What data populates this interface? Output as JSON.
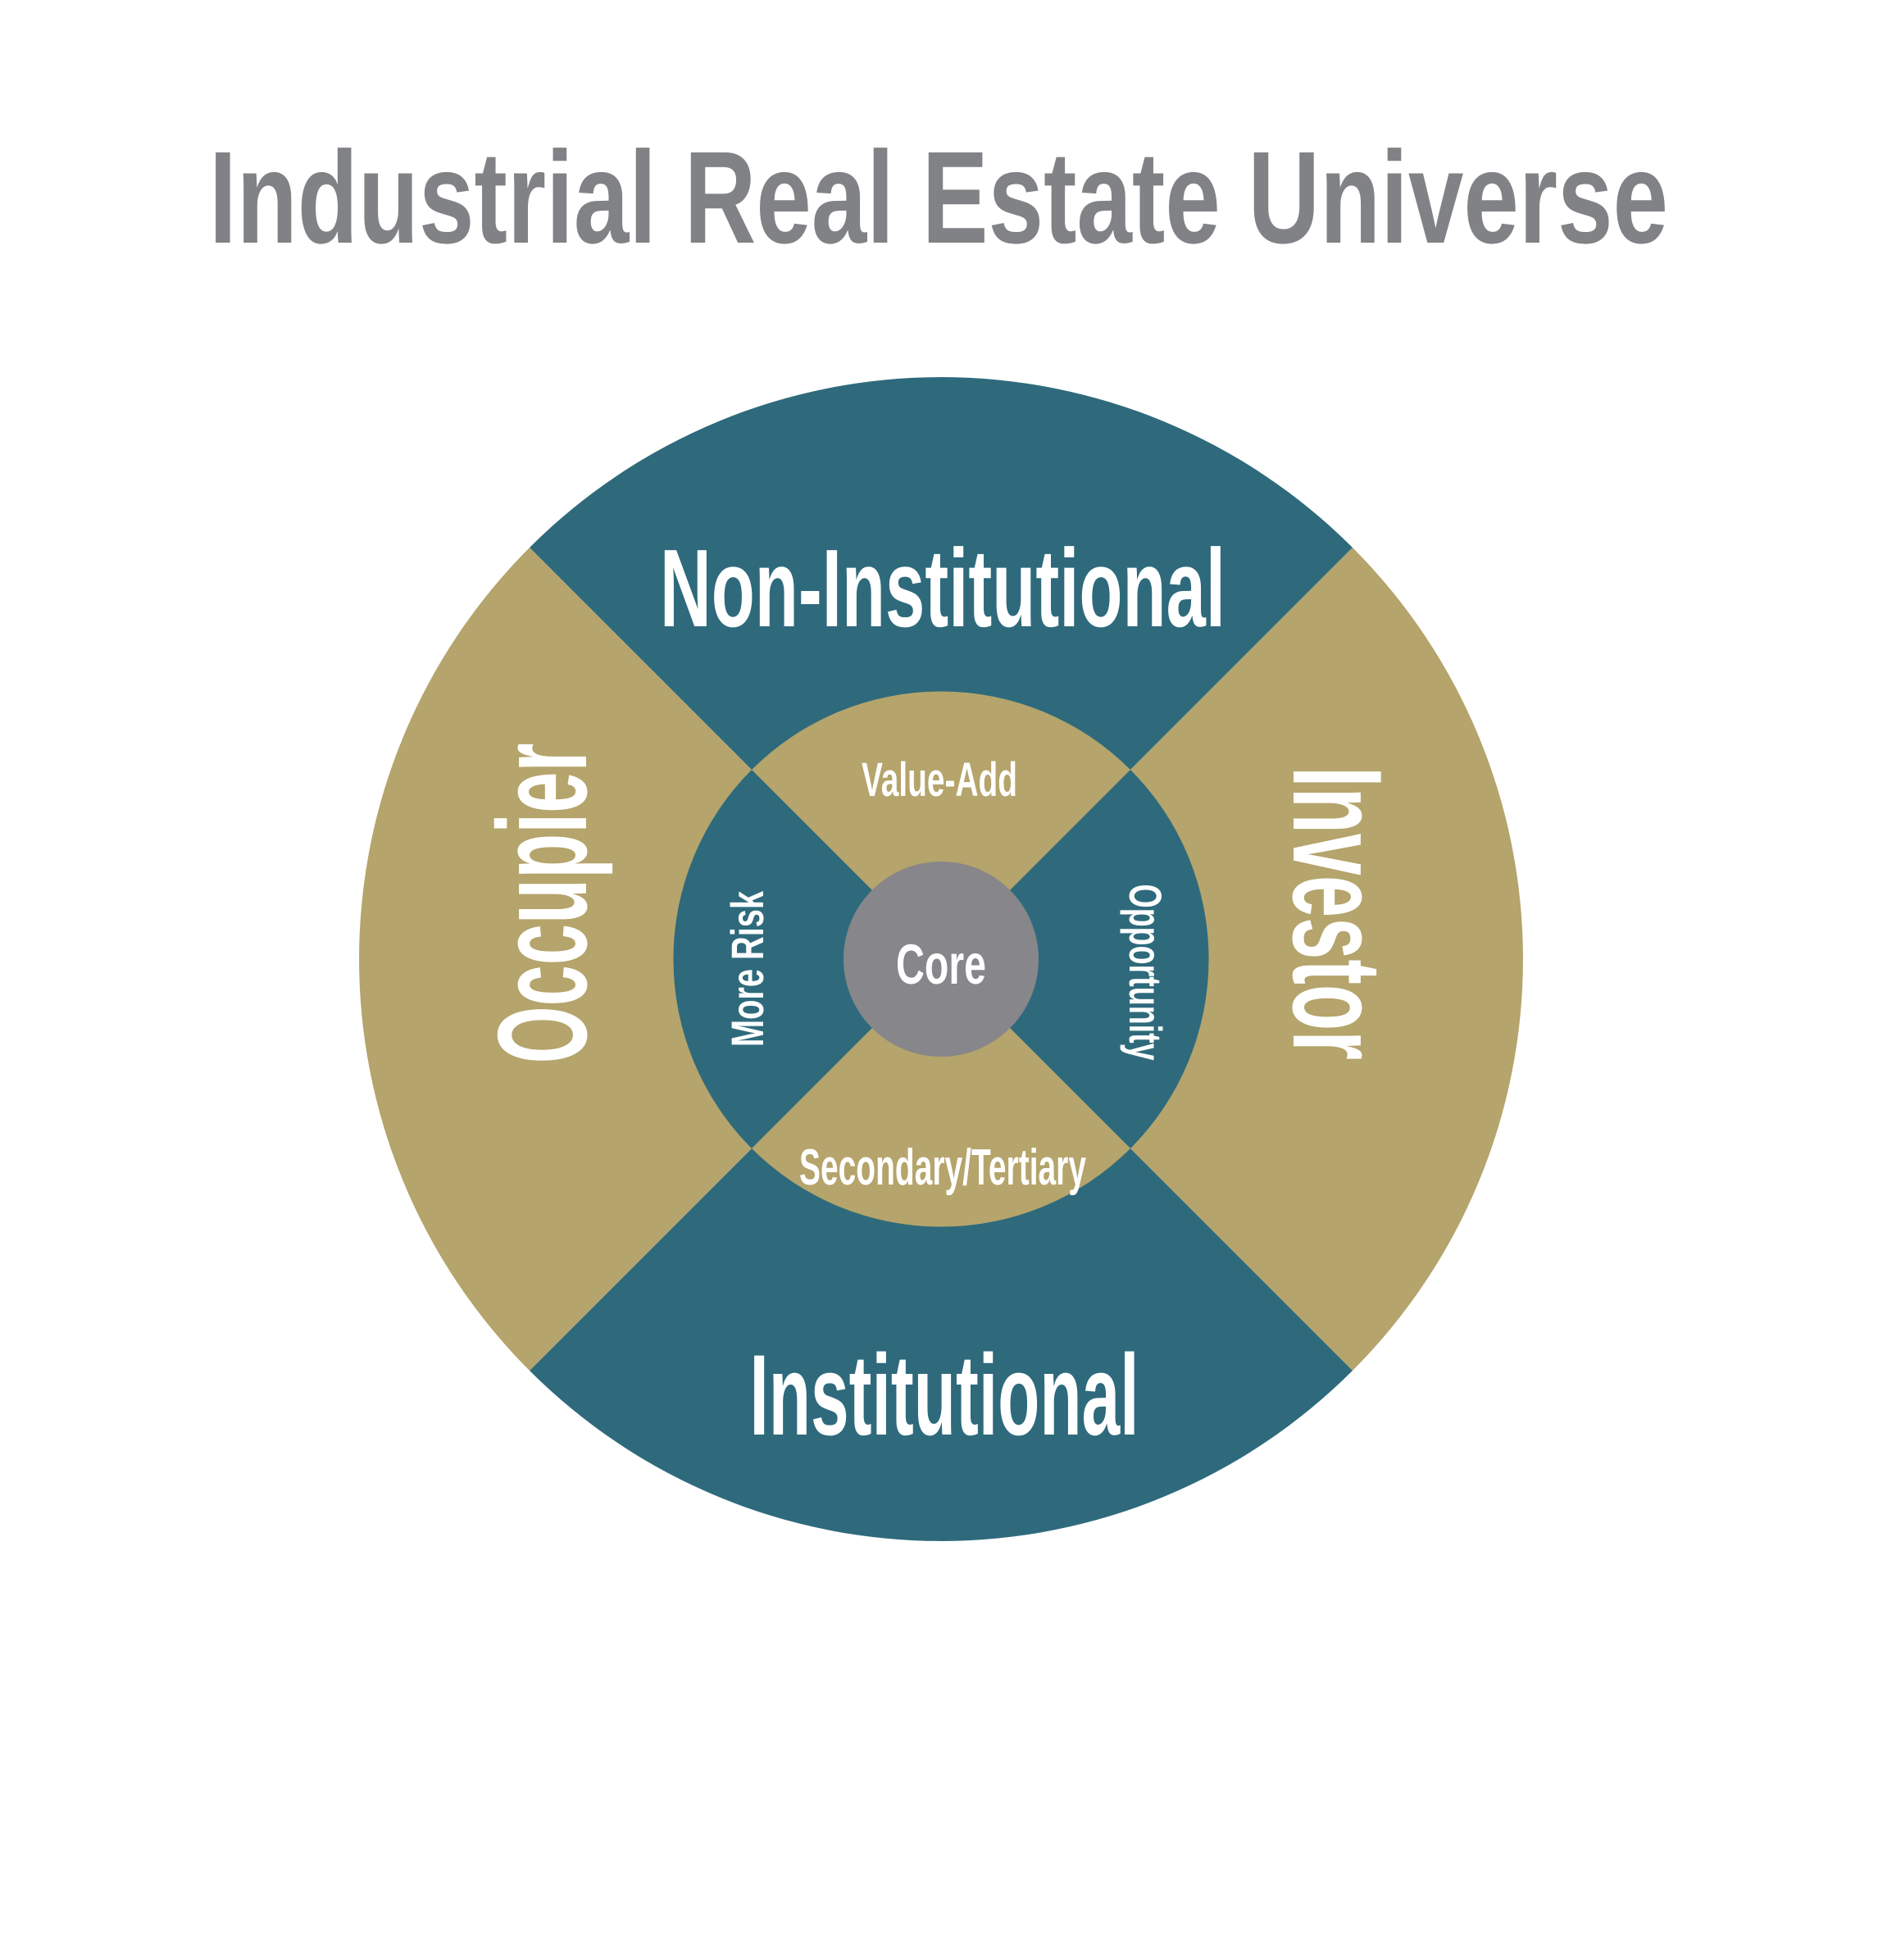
{
  "page": {
    "background": "#FFFFFF",
    "title": "Industrial Real Estate Universe"
  },
  "colors": {
    "teal": "#2E6A7C",
    "gold": "#B5A46B",
    "core_gray": "#87868A",
    "title_gray": "#808285",
    "label_white": "#FFFFFF"
  },
  "diagram": {
    "outer_quadrants": {
      "top": "Non-Institutional",
      "right": "Investor",
      "bottom": "Institutional",
      "left": "Occupier"
    },
    "inner_ring": {
      "top": "Value-Add",
      "right": "Opportunity",
      "bottom": "Secondary/Tertiary",
      "left": "More Risk"
    },
    "core": "Core"
  }
}
